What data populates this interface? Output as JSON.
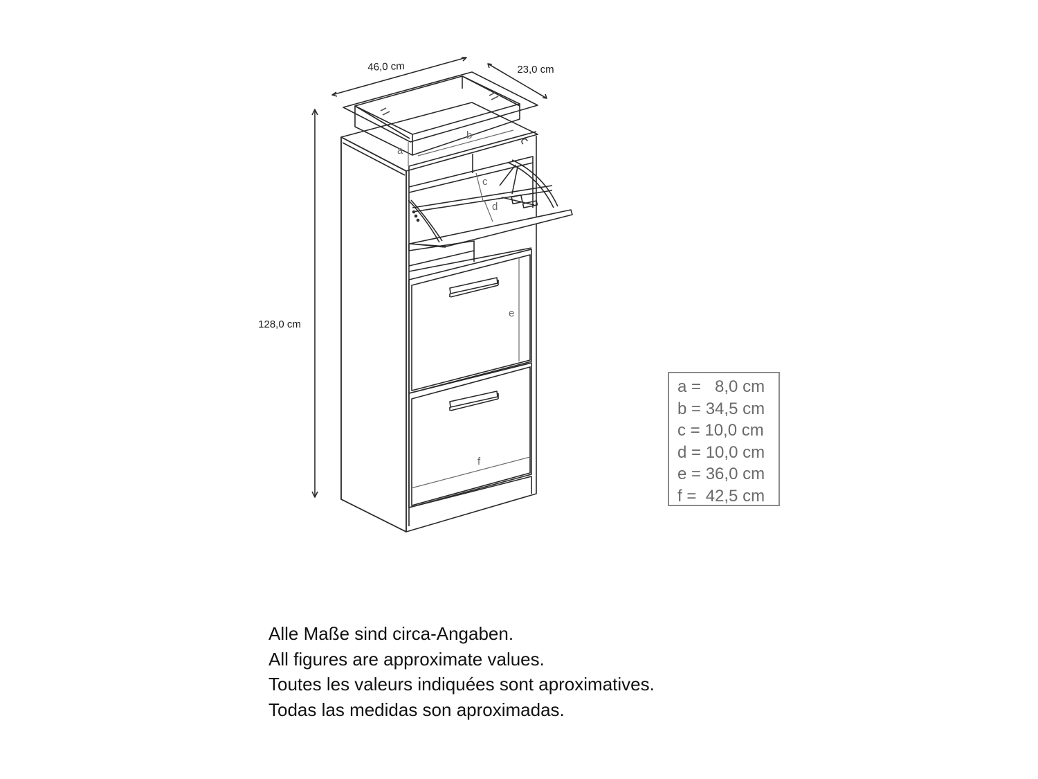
{
  "dimensions": {
    "width": "46,0 cm",
    "depth": "23,0 cm",
    "height": "128,0 cm"
  },
  "part_labels": {
    "a": "a",
    "b": "b",
    "c": "c",
    "d": "d",
    "e": "e",
    "f": "f"
  },
  "legend": [
    "a =   8,0 cm",
    "b = 34,5 cm",
    "c = 10,0 cm",
    "d = 10,0 cm",
    "e = 36,0 cm",
    "f =  42,5 cm"
  ],
  "notes": [
    "Alle Maße sind circa-Angaben.",
    "All figures are approximate values.",
    "Toutes les valeurs indiquées sont aproximatives.",
    "Todas las medidas son aproximadas."
  ]
}
